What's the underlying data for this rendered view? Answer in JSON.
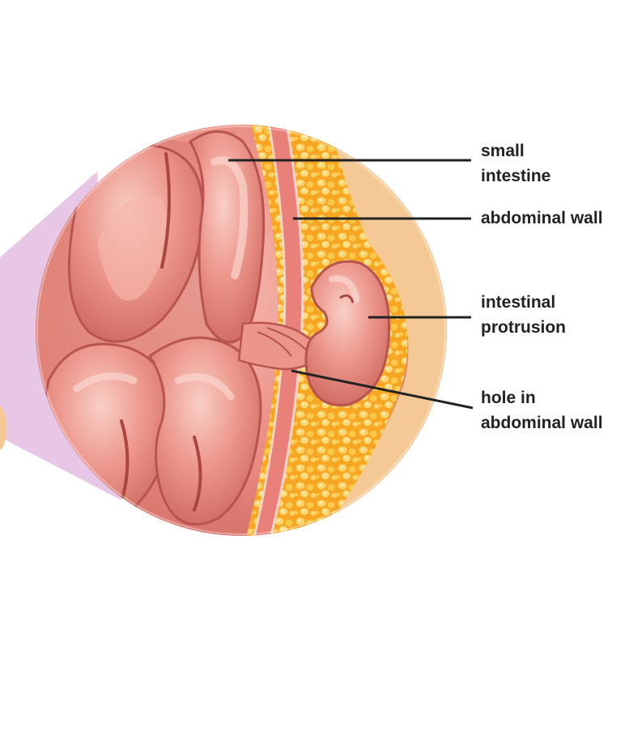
{
  "labels": {
    "small_intestine": "small\nintestine",
    "abdominal_wall": "abdominal wall",
    "intestinal_protrusion": "intestinal\nprotrusion",
    "hole_in_abdominal_wall": "hole in\nabdominal wall"
  },
  "colors": {
    "intestine": "#E98A80",
    "intestine_dark": "#C9605A",
    "intestine_light": "#F6B9AE",
    "fat": "#F8B02A",
    "fat_bubble": "#FDD46A",
    "skin": "#F4C996",
    "muscle": "#E9807A",
    "magnifier_cone": "#E8C6E6",
    "leader_line": "#222222"
  }
}
